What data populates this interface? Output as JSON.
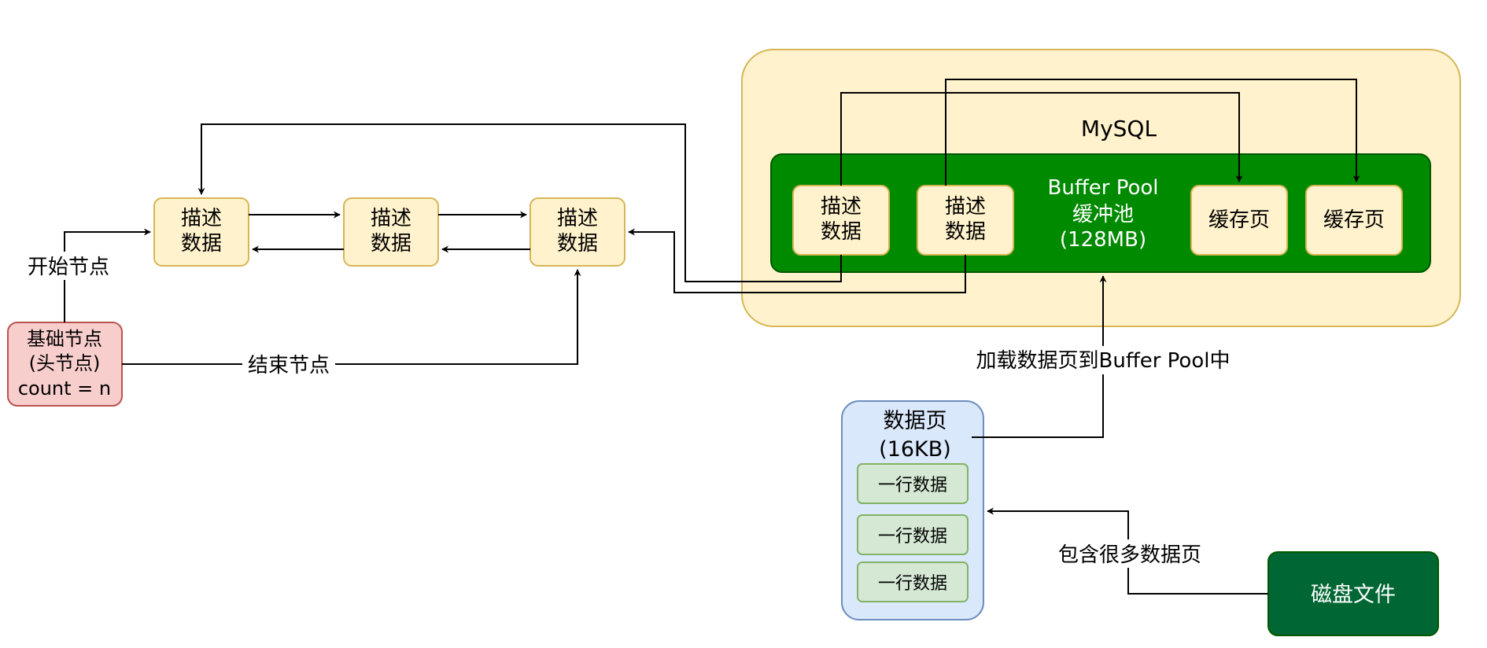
{
  "mysql": {
    "label": "MySQL"
  },
  "buffer_pool": {
    "line1": "Buffer Pool",
    "line2": "缓冲池",
    "line3": "(128MB)"
  },
  "list_nodes": [
    {
      "line1": "描述",
      "line2": "数据"
    },
    {
      "line1": "描述",
      "line2": "数据"
    },
    {
      "line1": "描述",
      "line2": "数据"
    }
  ],
  "pool_descriptors": [
    {
      "line1": "描述",
      "line2": "数据"
    },
    {
      "line1": "描述",
      "line2": "数据"
    }
  ],
  "cache_pages": [
    "缓存页",
    "缓存页"
  ],
  "base_node": {
    "line1": "基础节点",
    "line2": "(头节点)",
    "line3": "count = n"
  },
  "edge_labels": {
    "start_node": "开始节点",
    "end_node": "结束节点",
    "load_page": "加载数据页到Buffer Pool中",
    "contains_pages": "包含很多数据页"
  },
  "data_page": {
    "line1": "数据页",
    "line2": "(16KB)",
    "rows": [
      "一行数据",
      "一行数据",
      "一行数据"
    ]
  },
  "disk_file": {
    "label": "磁盘文件"
  },
  "colors": {
    "node_fill": "#fff2cc",
    "node_stroke": "#d6b656",
    "pool_fill": "#008a00",
    "pool_stroke": "#005700",
    "base_fill": "#f8cecc",
    "base_stroke": "#b85450",
    "page_fill": "#dae8fc",
    "page_stroke": "#6c8ebf",
    "row_fill": "#d5e8d4",
    "row_stroke": "#82b366",
    "disk_fill": "#006633",
    "disk_stroke": "#005700"
  }
}
